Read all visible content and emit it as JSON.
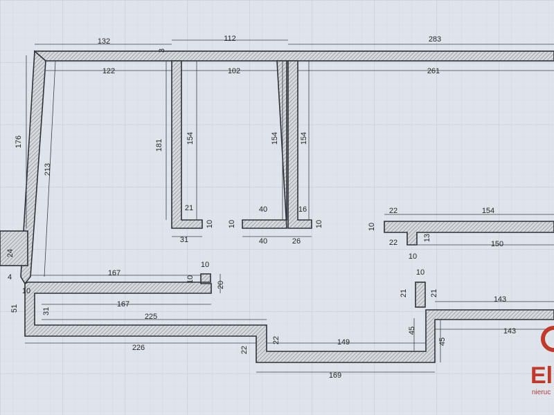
{
  "dimensions": {
    "d132": "132",
    "d112": "112",
    "d283": "283",
    "d3": "3",
    "d122": "122",
    "d102": "102",
    "d261": "261",
    "d176": "176",
    "d213": "213",
    "d181": "181",
    "d154a": "154",
    "d154b": "154",
    "d154c": "154",
    "d21a": "21",
    "d10a": "10",
    "d31a": "31",
    "d10b": "10",
    "d40a": "40",
    "d40b": "40",
    "d16": "16",
    "d10c": "10",
    "d26": "26",
    "d22a": "22",
    "d154d": "154",
    "d10d": "10",
    "d22b": "22",
    "d13": "13",
    "d150": "150",
    "d10e": "10",
    "d24": "24",
    "d4": "4",
    "d10f": "10",
    "d167a": "167",
    "d10g": "10",
    "d10h": "10",
    "d20": "20",
    "d51": "51",
    "d31b": "31",
    "d167b": "167",
    "d225": "225",
    "d10i": "10",
    "d21b": "21",
    "d21c": "21",
    "d143a": "143",
    "d45a": "45",
    "d143b": "143",
    "d45b": "45",
    "d226": "226",
    "d22c": "22",
    "d22d": "22",
    "d149": "149",
    "d169": "169"
  },
  "watermark": {
    "logo_letters": "El",
    "subtitle": "nieruc",
    "accent_color": "#c0392b"
  },
  "colors": {
    "background": "#dfe4ea",
    "grid": "#c7cdd6",
    "wall_stroke": "#2c3037",
    "hatch": "#8a9099"
  }
}
